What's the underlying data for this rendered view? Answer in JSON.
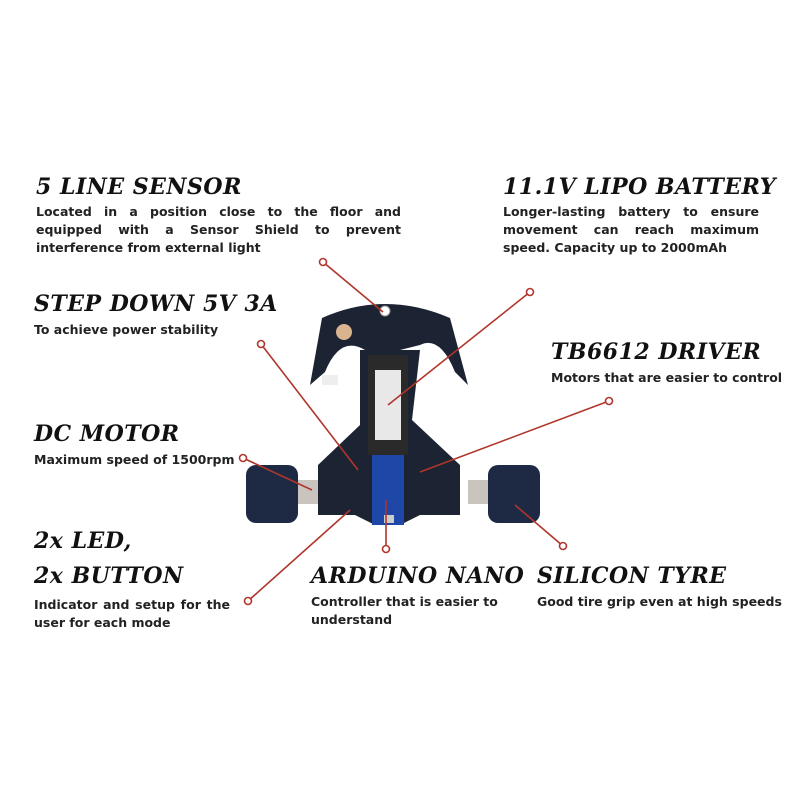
{
  "features": [
    {
      "title": "5 LINE SENSOR",
      "desc": "Located in a position close to the floor and equipped with a Sensor Shield to prevent interference from external light"
    },
    {
      "title": "11.1V LIPO BATTERY",
      "desc": "Longer-lasting battery to ensure movement can reach maximum speed. Capacity up to 2000mAh"
    },
    {
      "title": "STEP DOWN 5V 3A",
      "desc": "To achieve power stability"
    },
    {
      "title": "TB6612 DRIVER",
      "desc": "Motors that are easier to control"
    },
    {
      "title": "DC MOTOR",
      "desc": "Maximum speed of 1500rpm"
    },
    {
      "title_line1": "2x LED,",
      "title_line2": "2x BUTTON",
      "desc": "Indicator and setup for the user for each mode"
    },
    {
      "title": "ARDUINO NANO",
      "desc": "Controller that is easier to understand"
    },
    {
      "title": "SILICON TYRE",
      "desc": "Good tire grip even at high speeds"
    }
  ],
  "colors": {
    "leader": "#b0352b",
    "pcb": "#1c2333",
    "nano": "#1f47a8",
    "tyre": "#1e2a44"
  }
}
